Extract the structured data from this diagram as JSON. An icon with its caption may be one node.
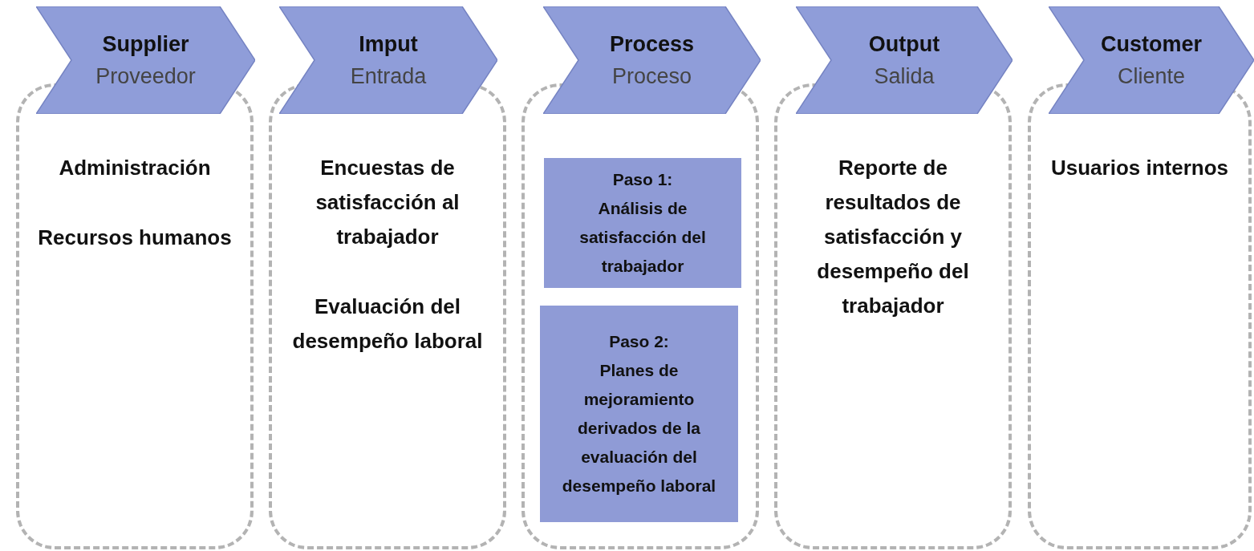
{
  "diagram": {
    "nodes": [
      {
        "text": [
          "Supplier",
          "Proveedor"
        ]
      },
      {
        "text": [
          "Administración",
          "Recursos humanos"
        ]
      },
      {
        "text": [
          "Imput",
          "Entrada"
        ]
      },
      {
        "text": [
          "Encuestas de satisfacción al trabajador",
          "Evaluación del desempeño laboral"
        ]
      },
      {
        "text": [
          "Process",
          "Proceso"
        ]
      },
      {
        "text": [],
        "shape": "box"
      },
      {
        "text": [
          "Paso 1:",
          "Análisis de satisfacción del trabajador"
        ],
        "in": 5
      },
      {
        "text": [
          "Paso 2:",
          "Planes de mejoramiento derivados de la evaluación del desempeño laboral"
        ],
        "in": 5
      },
      {
        "text": [
          "Output",
          "Salida"
        ]
      },
      {
        "text": [
          "Reporte de resultados de satisfacción y desempeño del trabajador"
        ]
      },
      {
        "text": [
          "Customer",
          "Cliente"
        ]
      },
      {
        "text": [
          "Usuarios internos"
        ]
      }
    ]
  }
}
